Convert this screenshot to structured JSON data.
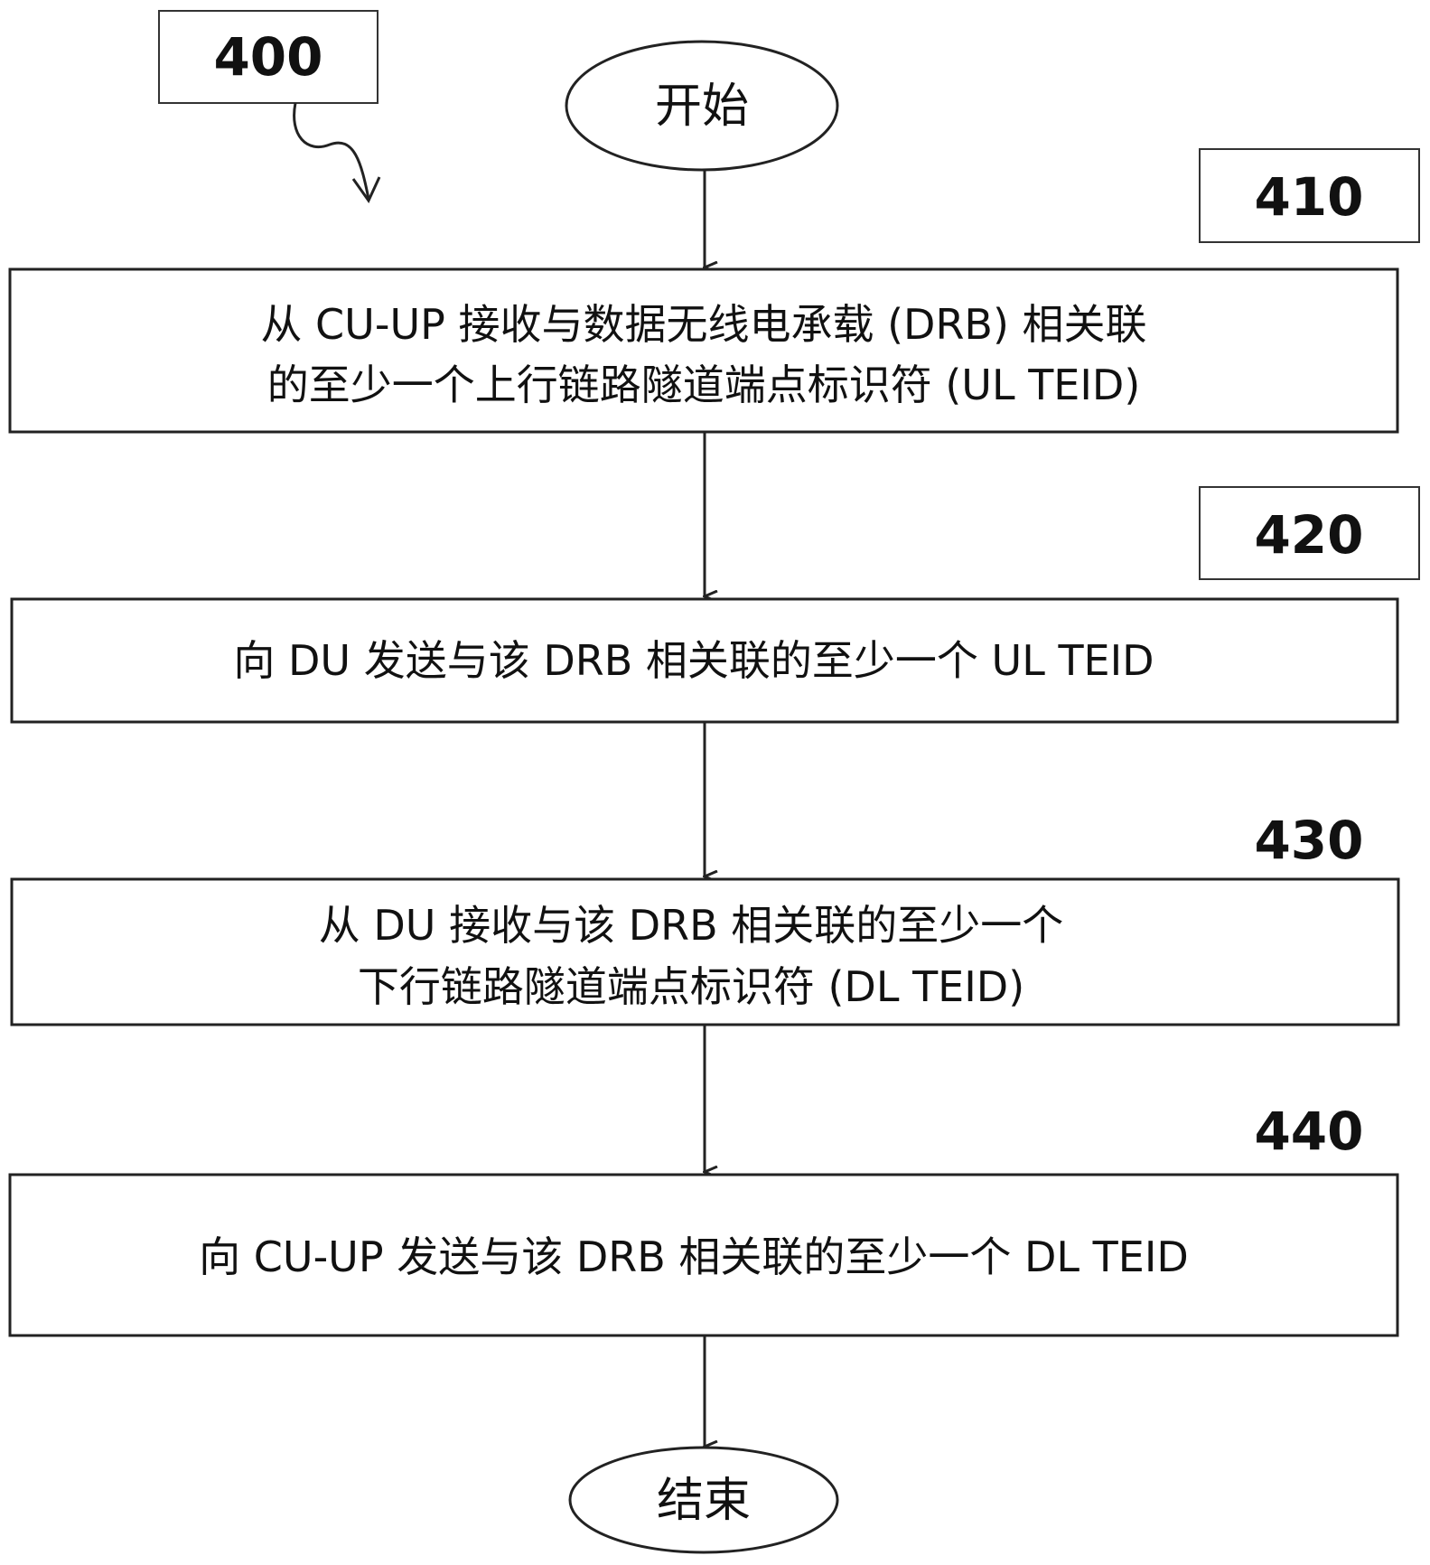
{
  "figure_ref": "400",
  "start_label": "开始",
  "end_label": "结束",
  "steps": [
    {
      "ref": "410",
      "lines": [
        "从 CU-UP 接收与数据无线电承载 (DRB) 相关联",
        "的至少一个上行链路隧道端点标识符 (UL  TEID)"
      ]
    },
    {
      "ref": "420",
      "lines": [
        "向 DU 发送与该 DRB 相关联的至少一个 UL  TEID"
      ]
    },
    {
      "ref": "430",
      "lines": [
        "从 DU 接收与该 DRB 相关联的至少一个",
        "下行链路隧道端点标识符 (DL  TEID)"
      ]
    },
    {
      "ref": "440",
      "lines": [
        "向 CU-UP 发送与该 DRB 相关联的至少一个 DL  TEID"
      ]
    }
  ]
}
